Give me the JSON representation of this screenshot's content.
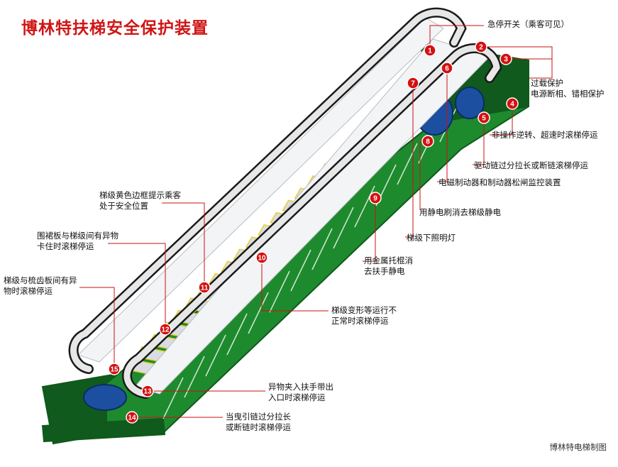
{
  "title": "博林特扶梯安全保护装置",
  "credit": "博林特电梯制图",
  "colors": {
    "title": "#d01515",
    "truss": "#1e8a2e",
    "truss_dark": "#0f5a1c",
    "handrail": "#e7e7e7",
    "marker": "#d41010",
    "leader": "#cc1111",
    "step": "#d9dde3",
    "step_edge": "#e8cf2a",
    "motor": "#1d4fa0"
  },
  "markers": [
    "1",
    "2",
    "3",
    "4",
    "5",
    "6",
    "7",
    "8",
    "9",
    "10",
    "11",
    "12",
    "13",
    "14",
    "15"
  ],
  "labels": {
    "emergency_stop": [
      "急停开关（乘客可见）"
    ],
    "overload": [
      "过载保护",
      "电源断相、错相保护"
    ],
    "reverse_overspeed": [
      "非操作逆转、超速时滚梯停运"
    ],
    "drive_chain": [
      "驱动链过分拉长或断链滚梯停运"
    ],
    "brake": [
      "电磁制动器和制动器松闸监控装置"
    ],
    "static_brush": [
      "用静电刷消去梯级静电"
    ],
    "step_light": [
      "梯级下照明灯"
    ],
    "metal_roller": [
      "用金属托棍消",
      "去扶手静电"
    ],
    "step_deform": [
      "梯级变形等运行不",
      "正常时滚梯停运"
    ],
    "handrail_inlet": [
      "异物夹入扶手带出",
      "入口时滚梯停运"
    ],
    "traction_chain": [
      "当曳引链过分拉长",
      "或断链时滚梯停运"
    ],
    "yellow_border": [
      "梯级黄色边框提示乘客",
      "处于安全位置"
    ],
    "skirt": [
      "围裙板与梯级间有异物",
      "卡住时滚梯停运"
    ],
    "comb_plate": [
      "梯级与梳齿板间有异",
      "物时滚梯停运"
    ]
  }
}
